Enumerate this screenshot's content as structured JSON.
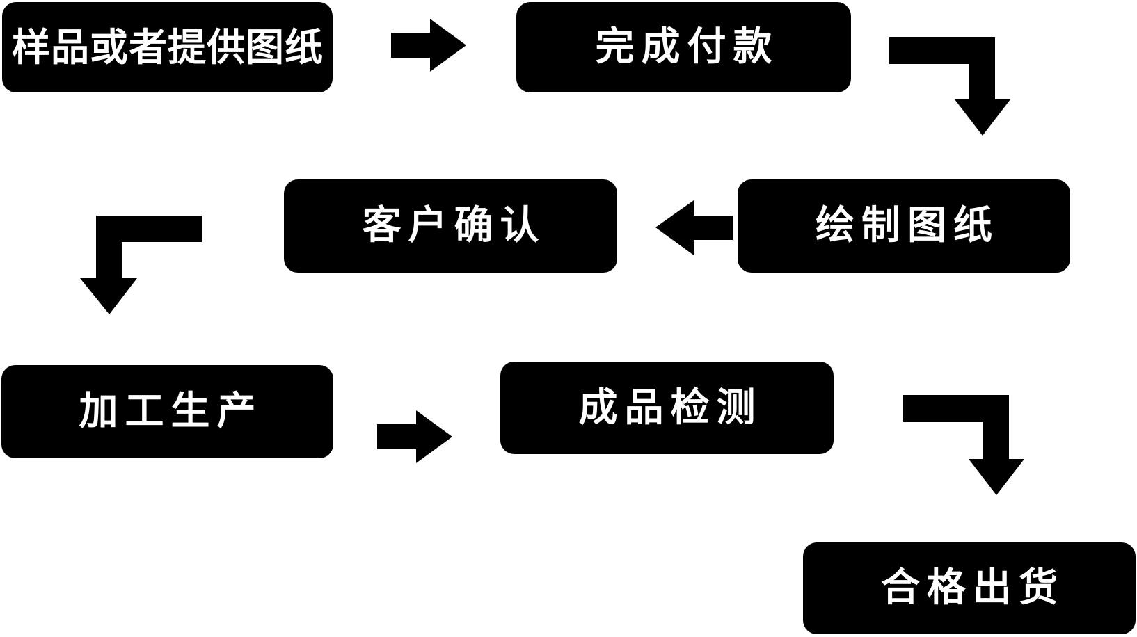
{
  "diagram": {
    "type": "flowchart",
    "background_color": "#ffffff",
    "node_fill_color": "#000000",
    "node_text_color": "#ffffff",
    "arrow_color": "#000000",
    "nodes": [
      {
        "id": "sample-or-provide-drawing",
        "label": "样品或者提供图纸"
      },
      {
        "id": "complete-payment",
        "label": "完成付款"
      },
      {
        "id": "draw-drawing",
        "label": "绘制图纸"
      },
      {
        "id": "customer-confirm",
        "label": "客户确认"
      },
      {
        "id": "processing-production",
        "label": "加工生产"
      },
      {
        "id": "finished-product-inspection",
        "label": "成品检测"
      },
      {
        "id": "qualified-shipment",
        "label": "合格出货"
      }
    ],
    "edges": [
      {
        "from": "样品或者提供图纸",
        "to": "完成付款",
        "icon": "arrow-right-icon"
      },
      {
        "from": "完成付款",
        "to": "绘制图纸",
        "icon": "arrow-elbow-right-down-icon"
      },
      {
        "from": "绘制图纸",
        "to": "客户确认",
        "icon": "arrow-left-icon"
      },
      {
        "from": "客户确认",
        "to": "加工生产",
        "icon": "arrow-elbow-left-down-icon"
      },
      {
        "from": "加工生产",
        "to": "成品检测",
        "icon": "arrow-right-icon"
      },
      {
        "from": "成品检测",
        "to": "合格出货",
        "icon": "arrow-elbow-right-down-icon"
      }
    ]
  }
}
